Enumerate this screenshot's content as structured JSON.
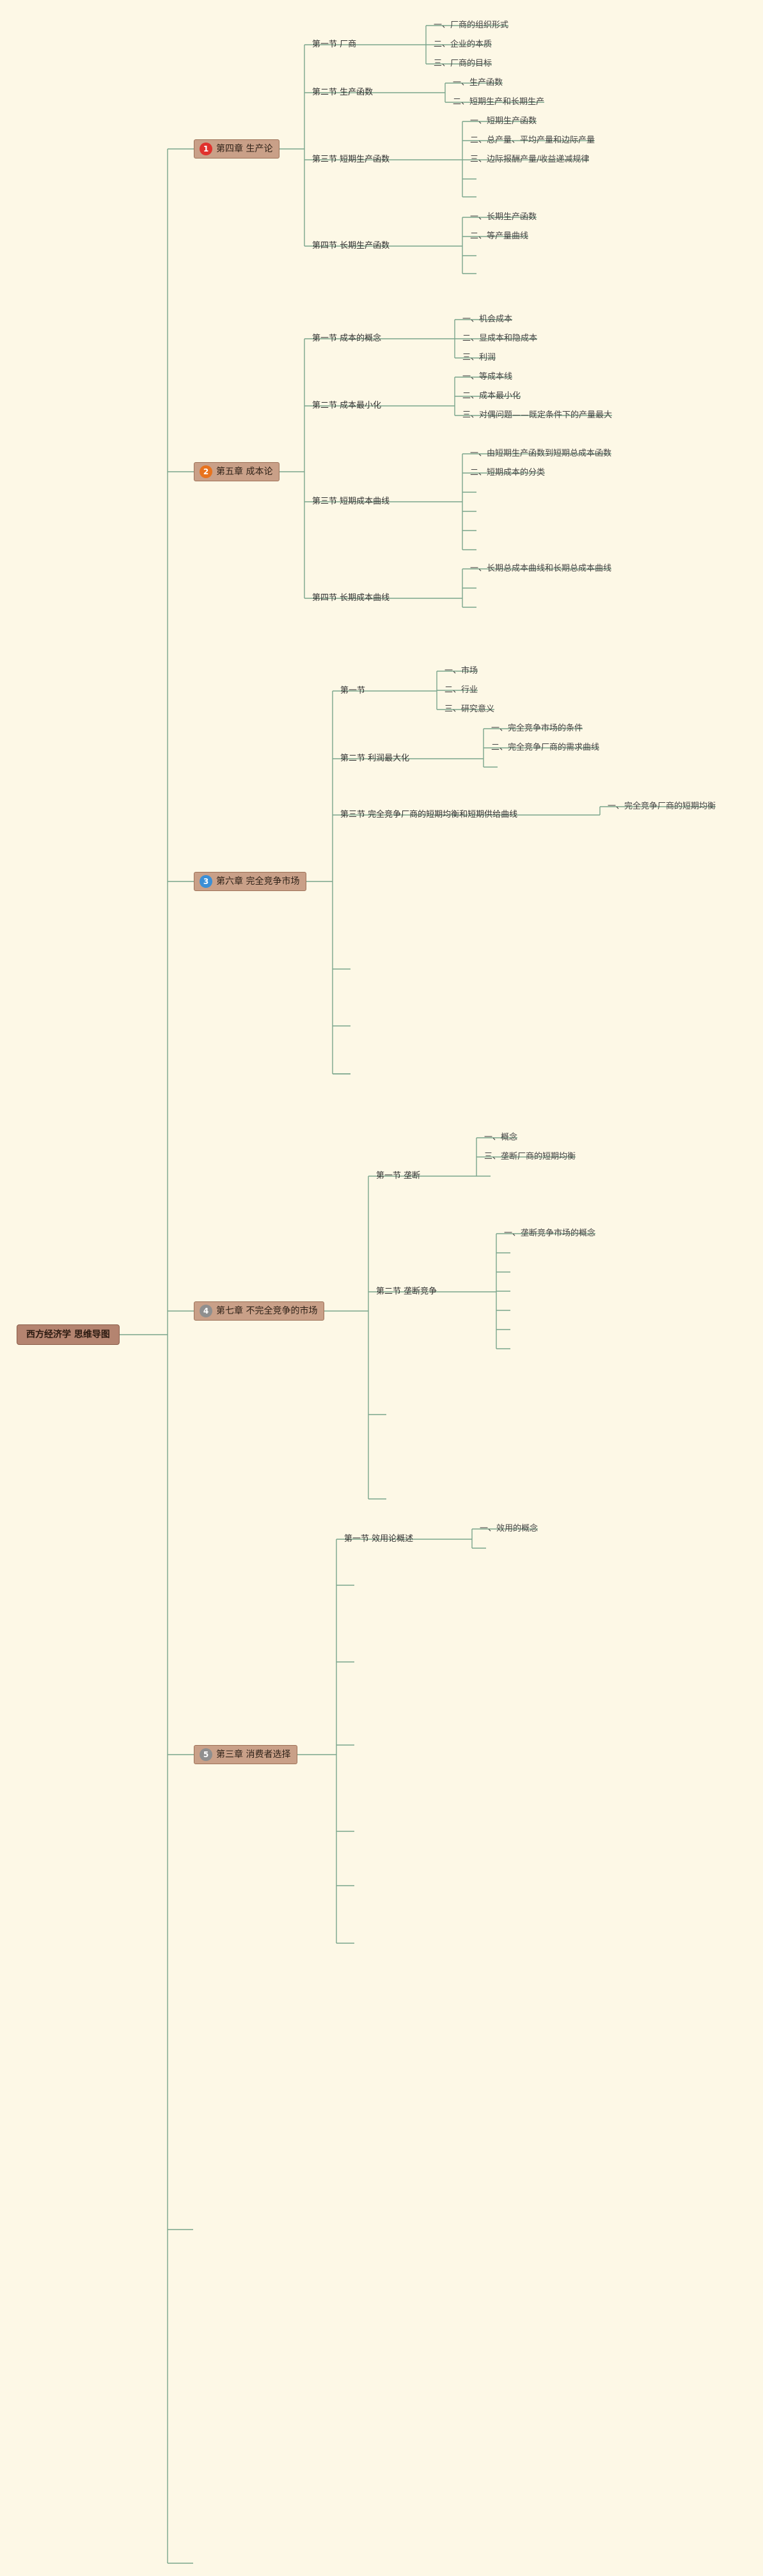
{
  "root": {
    "label": "西方经济学 思维导图"
  },
  "chapters": [
    {
      "label": "第四章 生产论",
      "badge": {
        "text": "1",
        "color": "#e0322d"
      },
      "sections": [
        {
          "label": "第一节 厂商",
          "items": [
            "一、厂商的组织形式",
            "二、企业的本质",
            "三、厂商的目标"
          ]
        },
        {
          "label": "第二节 生产函数",
          "items": [
            "一、生产函数",
            "二、短期生产和长期生产"
          ]
        },
        {
          "label": "第三节 短期生产函数",
          "items": [
            "一、短期生产函数",
            "二、总产量、平均产量和边际产量",
            "三、边际报酬产量/收益递减规律",
            "",
            ""
          ]
        },
        {
          "label": "第四节 长期生产函数",
          "items": [
            "一、长期生产函数",
            "二、等产量曲线",
            "",
            ""
          ]
        }
      ]
    },
    {
      "label": "第五章 成本论",
      "badge": {
        "text": "2",
        "color": "#e8731e"
      },
      "sections": [
        {
          "label": "第一节 成本的概念",
          "items": [
            "一、机会成本",
            "二、显成本和隐成本",
            "三、利润"
          ]
        },
        {
          "label": "第二节 成本最小化",
          "items": [
            "一、等成本线",
            "二、成本最小化",
            "三、对偶问题——既定条件下的产量最大"
          ]
        },
        {
          "label": "第三节 短期成本曲线",
          "items": [
            "一、由短期生产函数到短期总成本函数",
            "二、短期成本的分类",
            "",
            "",
            "",
            ""
          ]
        },
        {
          "label": "第四节 长期成本曲线",
          "items": [
            "一、长期总成本曲线和长期总成本曲线",
            "",
            ""
          ]
        }
      ]
    },
    {
      "label": "第六章 完全竞争市场",
      "badge": {
        "text": "3",
        "color": "#3b8fd6"
      },
      "sections": [
        {
          "label": "第一节",
          "items": [
            "一、市场",
            "二、行业",
            "三、研究意义"
          ]
        },
        {
          "label": "第二节 利润最大化",
          "items": [
            "一、完全竞争市场的条件",
            "二、完全竞争厂商的需求曲线",
            ""
          ]
        },
        {
          "label": "第三节 完全竞争厂商的短期均衡和短期供给曲线",
          "items": [
            "一、完全竞争厂商的短期均衡"
          ]
        },
        {
          "label": "",
          "items": []
        },
        {
          "label": "",
          "items": []
        },
        {
          "label": "",
          "items": []
        },
        {
          "label": "",
          "items": []
        }
      ]
    },
    {
      "label": "第七章 不完全竞争的市场",
      "badge": {
        "text": "4",
        "color": "#8f8f8f"
      },
      "sections": [
        {
          "label": "第一节 垄断",
          "items": [
            "一、概念",
            "三、垄断厂商的短期均衡",
            ""
          ]
        },
        {
          "label": "第二节 垄断竞争",
          "items": [
            "一、垄断竞争市场的概念",
            "",
            "",
            "",
            "",
            "",
            ""
          ]
        },
        {
          "label": "",
          "items": []
        },
        {
          "label": "",
          "items": []
        }
      ]
    },
    {
      "label": "第三章 消费者选择",
      "badge": {
        "text": "5",
        "color": "#8f8f8f"
      },
      "sections": [
        {
          "label": "第一节 效用论概述",
          "items": [
            "一、效用的概念",
            ""
          ]
        },
        {
          "label": "",
          "items": []
        },
        {
          "label": "",
          "items": []
        },
        {
          "label": "",
          "items": []
        },
        {
          "label": "",
          "items": []
        },
        {
          "label": "",
          "items": []
        },
        {
          "label": "",
          "items": []
        }
      ]
    }
  ]
}
